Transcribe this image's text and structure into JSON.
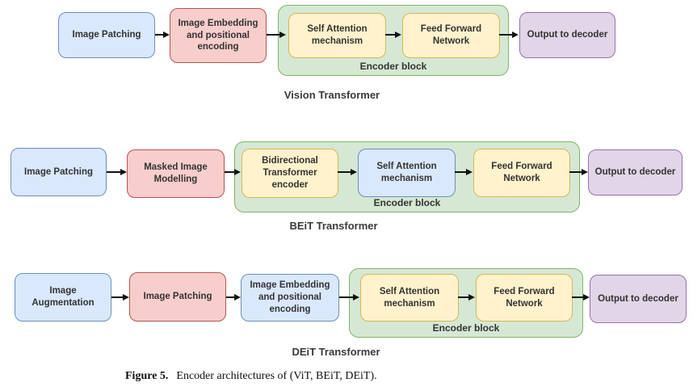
{
  "colors": {
    "blue-fill": "#dae8fc",
    "blue-border": "#6c8ebf",
    "red-fill": "#f8cecc",
    "red-border": "#b85450",
    "yellow-fill": "#fff2cc",
    "yellow-border": "#d6b656",
    "green-fill": "#d5e8d4",
    "green-border": "#82b366",
    "purple-fill": "#e1d5e7",
    "purple-border": "#9673a6",
    "arrow": "#111111",
    "text": "#333333"
  },
  "diagram": {
    "rows": [
      {
        "caption": "Vision Transformer",
        "encoder_label": "Encoder block",
        "boxes": [
          {
            "label": "Image Patching",
            "color": "blue"
          },
          {
            "label": "Image Embedding and positional encoding",
            "color": "red"
          },
          {
            "label": "Self Attention mechanism",
            "color": "yellow"
          },
          {
            "label": "Feed Forward Network",
            "color": "yellow"
          },
          {
            "label": "Output to decoder",
            "color": "purple"
          }
        ]
      },
      {
        "caption": "BEiT Transformer",
        "encoder_label": "Encoder block",
        "boxes": [
          {
            "label": "Image Patching",
            "color": "blue"
          },
          {
            "label": "Masked Image Modelling",
            "color": "red"
          },
          {
            "label": "Bidirectional Transformer encoder",
            "color": "yellow"
          },
          {
            "label": "Self Attention mechanism",
            "color": "blue"
          },
          {
            "label": "Feed Forward Network",
            "color": "yellow"
          },
          {
            "label": "Output to decoder",
            "color": "purple"
          }
        ]
      },
      {
        "caption": "DEiT Transformer",
        "encoder_label": "Encoder block",
        "boxes": [
          {
            "label": "Image Augmentation",
            "color": "blue"
          },
          {
            "label": "Image Patching",
            "color": "red"
          },
          {
            "label": "Image Embedding and positional encoding",
            "color": "blue"
          },
          {
            "label": "Self Attention mechanism",
            "color": "yellow"
          },
          {
            "label": "Feed Forward Network",
            "color": "yellow"
          },
          {
            "label": "Output to decoder",
            "color": "purple"
          }
        ]
      }
    ]
  },
  "figure": {
    "caption_label": "Figure 5.",
    "caption_text": "Encoder architectures of (ViT, BEiT, DEiT)."
  }
}
